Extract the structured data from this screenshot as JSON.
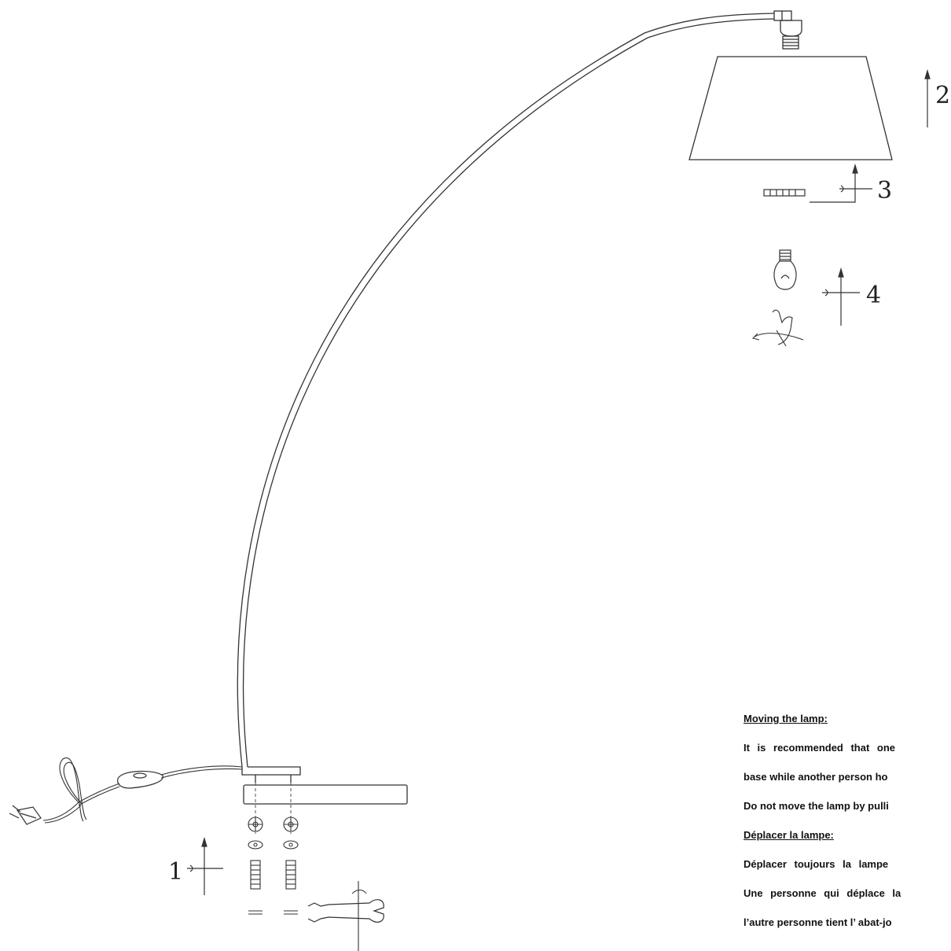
{
  "steps": {
    "one": "1",
    "two": "2",
    "three": "3",
    "four": "4"
  },
  "notes": {
    "en_heading": "Moving the lamp:",
    "en_line1": "It is recommended that one",
    "en_line2": "base while another person ho",
    "en_line3": "Do not move the lamp by pulli",
    "fr_heading": "Déplacer la lampe:",
    "fr_line1": "Déplacer toujours la lampe",
    "fr_line2": "Une personne qui déplace la",
    "fr_line3": "l’autre personne tient l’ abat-jo"
  }
}
